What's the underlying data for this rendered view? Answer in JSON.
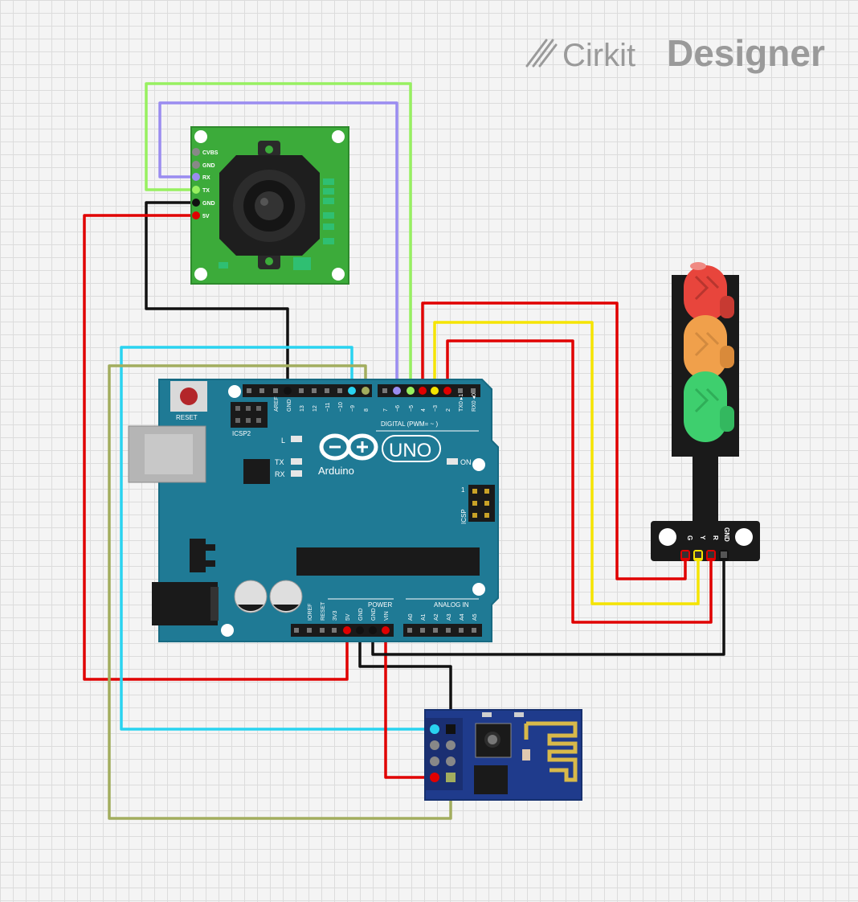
{
  "branding": {
    "prefix": "Cirkit",
    "name": "Designer"
  },
  "camera": {
    "pins": [
      "CVBS",
      "GND",
      "RX",
      "TX",
      "GND",
      "5V"
    ]
  },
  "arduino": {
    "reset": "RESET",
    "icsp2": "ICSP2",
    "led_l": "L",
    "led_tx": "TX",
    "led_rx": "RX",
    "on": "ON",
    "brand": "Arduino",
    "model": "UNO",
    "icsp": "ICSP",
    "icsp_pin1": "1",
    "digital": "DIGITAL (PWM= ~ )",
    "power": "POWER",
    "analog": "ANALOG IN",
    "top_pins": [
      "AREF",
      "GND",
      "13",
      "12",
      "~11",
      "~10",
      "~9",
      "8",
      "7",
      "~6",
      "~5",
      "4",
      "~3",
      "2",
      "TX0 ▸1",
      "RX0 ◂0"
    ],
    "power_pins": [
      "IOREF",
      "RESET",
      "3V3",
      "5V",
      "GND",
      "GND",
      "VIN"
    ],
    "analog_pins": [
      "A0",
      "A1",
      "A2",
      "A3",
      "A4",
      "A5"
    ]
  },
  "traffic_light": {
    "pins": [
      "G",
      "Y",
      "R",
      "GND"
    ],
    "colors": {
      "red": "#e8453c",
      "yellow": "#f0a04b",
      "green": "#3ecf6e"
    }
  },
  "wires": {
    "red": "#e00000",
    "black": "#111111",
    "yellow": "#f5e400",
    "cyan": "#29d3f0",
    "olive": "#a2ad5e",
    "lightgreen": "#97f060",
    "purple": "#9a8cf0"
  }
}
